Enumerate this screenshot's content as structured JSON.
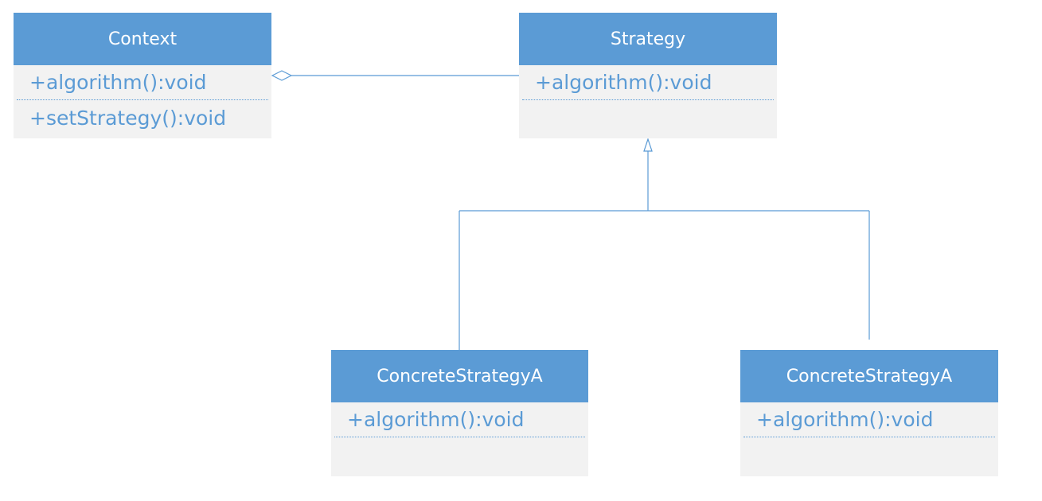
{
  "colors": {
    "header_fill": "#5b9bd5",
    "body_fill": "#f2f2f2",
    "header_text": "#ffffff",
    "method_text": "#5b9bd5",
    "connector": "#5b9bd5"
  },
  "classes": {
    "context": {
      "name": "Context",
      "methods": [
        "+algorithm():void",
        "+setStrategy():void"
      ]
    },
    "strategy": {
      "name": "Strategy",
      "methods": [
        "+algorithm():void"
      ]
    },
    "concrete_a": {
      "name": "ConcreteStrategyA",
      "methods": [
        "+algorithm():void"
      ]
    },
    "concrete_b": {
      "name": "ConcreteStrategyA",
      "methods": [
        "+algorithm():void"
      ]
    }
  },
  "relations": [
    {
      "type": "aggregation",
      "from": "context",
      "to": "strategy"
    },
    {
      "type": "generalization",
      "from": "concrete_a",
      "to": "strategy"
    },
    {
      "type": "generalization",
      "from": "concrete_b",
      "to": "strategy"
    }
  ]
}
